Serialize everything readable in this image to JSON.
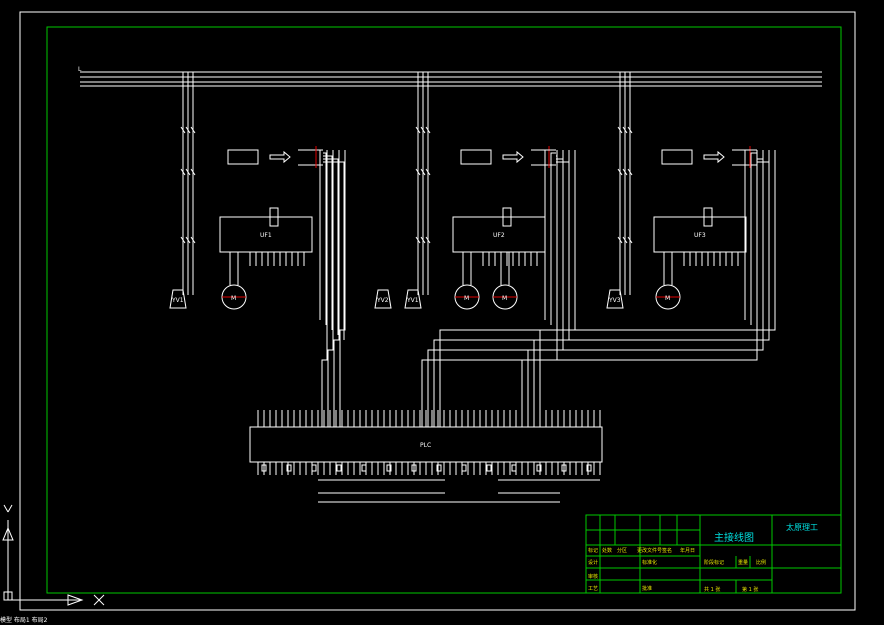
{
  "drawing": {
    "title_block": {
      "title": "主接线图",
      "company": "太原理工",
      "rows": [
        "标记",
        "处数",
        "分区",
        "更改文件号",
        "签名",
        "年月日"
      ],
      "labels": [
        "设计",
        "标准化",
        "审核",
        "工艺",
        "批准",
        "阶段标记",
        "重量",
        "比例"
      ],
      "sheet": [
        "共 1 张",
        "第 1 张"
      ]
    },
    "plc_label": "PLC",
    "inverters": [
      "UF1",
      "UF2",
      "UF3"
    ],
    "motors": [
      "M",
      "M",
      "M",
      "M"
    ],
    "valves": [
      "YV1",
      "YV2",
      "YV1",
      "YV3"
    ],
    "bus_label": "L",
    "status_text": "模型 布局1 布局2"
  },
  "colors": {
    "frame": "#00c800",
    "lines": "#ffffff",
    "accent": "#e00000",
    "title": "#00e0e0"
  }
}
